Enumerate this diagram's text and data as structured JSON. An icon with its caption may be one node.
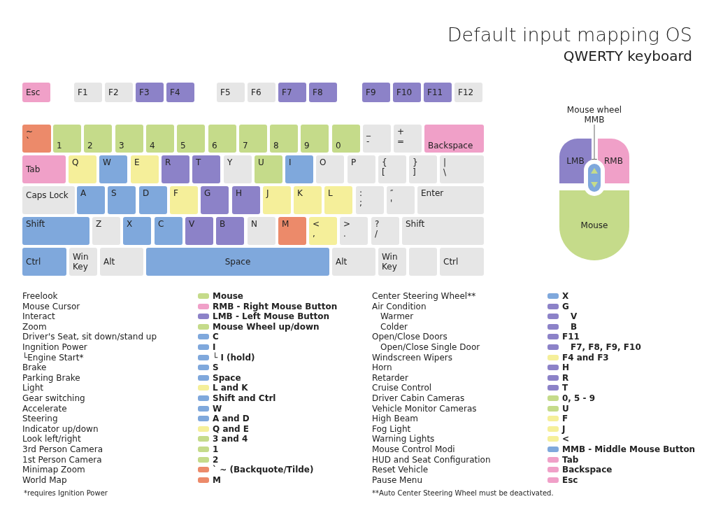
{
  "diagram": {
    "title": "Default input mapping OS",
    "nodes": [
      {
        "text": [
          "Esc"
        ]
      },
      {
        "text": [
          "F1"
        ]
      },
      {
        "text": [
          "F2"
        ]
      },
      {
        "text": [
          "F3"
        ]
      },
      {
        "text": [
          "F4"
        ]
      },
      {
        "text": [
          "F5"
        ]
      },
      {
        "text": [
          "F6"
        ]
      },
      {
        "text": [
          "F7"
        ]
      },
      {
        "text": [
          "F8"
        ]
      },
      {
        "text": [
          "F9"
        ]
      },
      {
        "text": [
          "F10"
        ]
      },
      {
        "text": [
          "F11"
        ]
      },
      {
        "text": [
          "F12"
        ]
      },
      {
        "text": [
          "~",
          "`"
        ]
      },
      {
        "text": [
          "1"
        ]
      },
      {
        "text": [
          "2"
        ]
      },
      {
        "text": [
          "3"
        ]
      },
      {
        "text": [
          "4"
        ]
      },
      {
        "text": [
          "5"
        ]
      },
      {
        "text": [
          "6"
        ]
      },
      {
        "text": [
          "7"
        ]
      },
      {
        "text": [
          "8"
        ]
      },
      {
        "text": [
          "9"
        ]
      },
      {
        "text": [
          "0"
        ]
      },
      {
        "text": [
          "_",
          "-"
        ]
      },
      {
        "text": [
          "+",
          "="
        ]
      },
      {
        "text": [
          "Backspace"
        ]
      },
      {
        "text": [
          "Tab"
        ]
      },
      {
        "text": [
          "Q"
        ]
      },
      {
        "text": [
          "W"
        ]
      },
      {
        "text": [
          "E"
        ]
      },
      {
        "text": [
          "R"
        ]
      },
      {
        "text": [
          "T"
        ]
      },
      {
        "text": [
          "Y"
        ]
      },
      {
        "text": [
          "U"
        ]
      },
      {
        "text": [
          "I"
        ]
      },
      {
        "text": [
          "O"
        ]
      },
      {
        "text": [
          "P"
        ]
      },
      {
        "text": [
          "{",
          "["
        ]
      },
      {
        "text": [
          "}",
          "]"
        ]
      },
      {
        "text": [
          "|",
          "\\"
        ]
      },
      {
        "text": [
          "Caps Lock"
        ]
      },
      {
        "text": [
          "A"
        ]
      },
      {
        "text": [
          "S"
        ]
      },
      {
        "text": [
          "D"
        ]
      },
      {
        "text": [
          "F"
        ]
      },
      {
        "text": [
          "G"
        ]
      },
      {
        "text": [
          "H"
        ]
      },
      {
        "text": [
          "J"
        ]
      },
      {
        "text": [
          "K"
        ]
      },
      {
        "text": [
          "L"
        ]
      },
      {
        "text": [
          ":",
          ";"
        ]
      },
      {
        "text": [
          "″",
          "'"
        ]
      },
      {
        "text": [
          "Enter"
        ]
      },
      {
        "text": [
          "Shift"
        ]
      },
      {
        "text": [
          "Z"
        ]
      },
      {
        "text": [
          "X"
        ]
      },
      {
        "text": [
          "C"
        ]
      },
      {
        "text": [
          "V"
        ]
      },
      {
        "text": [
          "B"
        ]
      },
      {
        "text": [
          "N"
        ]
      },
      {
        "text": [
          "M"
        ]
      },
      {
        "text": [
          "<",
          ","
        ]
      },
      {
        "text": [
          ">",
          "."
        ]
      },
      {
        "text": [
          "?",
          "/"
        ]
      },
      {
        "text": [
          "Shift"
        ]
      },
      {
        "text": [
          "Ctrl"
        ]
      },
      {
        "text": [
          "Win Key"
        ]
      },
      {
        "text": [
          "Alt"
        ]
      },
      {
        "text": [
          "Space"
        ]
      },
      {
        "text": [
          "Alt"
        ]
      },
      {
        "text": [
          "Win Key"
        ]
      },
      {
        "text": [],
        "shape": "box"
      },
      {
        "text": [
          "Ctrl"
        ]
      },
      {
        "text": [
          "Mouse"
        ]
      },
      {
        "text": [
          "LMB"
        ]
      },
      {
        "text": [
          "RMB"
        ]
      },
      {
        "text": [],
        "shape": "oval"
      },
      {
        "text": [
          "Mouse wheel MMB"
        ]
      }
    ],
    "edges": [
      {
        "from": 78,
        "to": 77,
        "arrow": "to"
      }
    ],
    "labels": [
      "QWERTY keyboard",
      "Freelook",
      "Mouse Cursor",
      "Interact",
      "Zoom",
      "Driver's Seat, sit down/stand up",
      "Ingnition Power",
      "└Engine Start*",
      "Brake",
      "Parking Brake",
      "Light",
      "Gear switching",
      "Accelerate",
      "Steering",
      "Indicator up/down",
      "Look left/right",
      "3rd Person Camera",
      "1st Person Camera",
      "Minimap Zoom",
      "World Map",
      "*requires Ignition Power",
      "Center Steering Wheel**",
      "Air Condition",
      "Warmer",
      "Colder",
      "Open/Close Doors",
      "Open/Close Single Door",
      "Windscreen Wipers",
      "Horn",
      "Retarder",
      "Cruise Control",
      "Driver Cabin Cameras",
      "Vehicle Monitor Cameras",
      "High Beam",
      "Fog Light",
      "Warning Lights",
      "Mouse Control Modi",
      "HUD and Seat Configuration",
      "Reset Vehicle",
      "Pause Menu",
      "**Auto Center Steering Wheel must be deactivated."
    ],
    "legend": [
      {
        "text": "Mouse",
        "color": "#c5db8a"
      },
      {
        "text": "RMB - Right Mouse Button",
        "color": "#f0a0c8"
      },
      {
        "text": "LMB - Left Mouse Button",
        "color": "#8c82c8"
      },
      {
        "text": "Mouse Wheel up/down",
        "color": "#c5db8a"
      },
      {
        "text": "C",
        "color": "#7fa8dc"
      },
      {
        "text": "I",
        "color": "#7fa8dc"
      },
      {
        "text": "└ I (hold)",
        "color": "#7fa8dc"
      },
      {
        "text": "S",
        "color": "#7fa8dc"
      },
      {
        "text": "Space",
        "color": "#7fa8dc"
      },
      {
        "text": "L and K",
        "color": "#f5ef9a"
      },
      {
        "text": "Shift and Ctrl",
        "color": "#7fa8dc"
      },
      {
        "text": "W",
        "color": "#7fa8dc"
      },
      {
        "text": "A and D",
        "color": "#7fa8dc"
      },
      {
        "text": "Q and E",
        "color": "#f5ef9a"
      },
      {
        "text": "3 and 4",
        "color": "#c5db8a"
      },
      {
        "text": "1",
        "color": "#c5db8a"
      },
      {
        "text": "2",
        "color": "#c5db8a"
      },
      {
        "text": "` ~  (Backquote/Tilde)",
        "color": "#ec8a6a"
      },
      {
        "text": "M",
        "color": "#ec8a6a"
      },
      {
        "text": "X",
        "color": "#7fa8dc"
      },
      {
        "text": "G",
        "color": "#8c82c8"
      },
      {
        "text": "V",
        "color": "#8c82c8"
      },
      {
        "text": "B",
        "color": "#8c82c8"
      },
      {
        "text": "F11",
        "color": "#8c82c8"
      },
      {
        "text": "F7, F8, F9, F10",
        "color": "#8c82c8"
      },
      {
        "text": "F4 and F3",
        "color": "#f5ef9a"
      },
      {
        "text": "H",
        "color": "#8c82c8"
      },
      {
        "text": "R",
        "color": "#8c82c8"
      },
      {
        "text": "T",
        "color": "#8c82c8"
      },
      {
        "text": "0, 5 - 9",
        "color": "#c5db8a"
      },
      {
        "text": "U",
        "color": "#c5db8a"
      },
      {
        "text": "F",
        "color": "#f5ef9a"
      },
      {
        "text": "J",
        "color": "#f5ef9a"
      },
      {
        "text": "<",
        "color": "#f5ef9a"
      },
      {
        "text": "MMB - Middle Mouse Button",
        "color": "#7fa8dc"
      },
      {
        "text": "Tab",
        "color": "#f0a0c8"
      },
      {
        "text": "Backspace",
        "color": "#f0a0c8"
      },
      {
        "text": "Esc",
        "color": "#f0a0c8"
      }
    ]
  }
}
